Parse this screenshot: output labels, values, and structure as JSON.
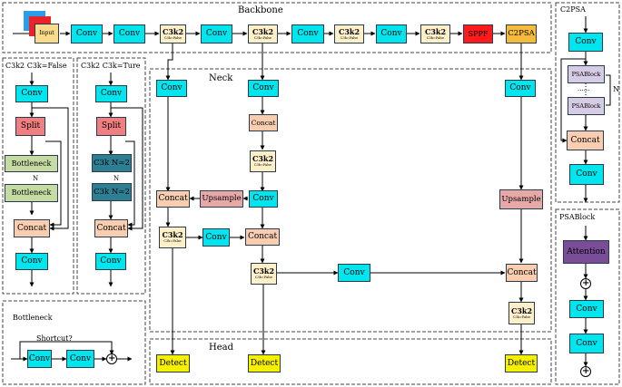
{
  "sections": {
    "backbone": "Backbone",
    "neck": "Neck",
    "head": "Head",
    "c2psa": "C2PSA",
    "psablock": "PSABlock",
    "c3k2_false": "C3k2 C3k=False",
    "c3k2_true": "C3k2 C3k=Ture",
    "bottleneck": "Bottleneck"
  },
  "labels": {
    "input": "Input",
    "conv": "Conv",
    "c3k2": "C3k2",
    "c3k_false": "C3k=False",
    "sppf": "SPPF",
    "c2psa": "C2PSA",
    "concat": "Concat",
    "upsample": "Upsample",
    "detect": "Detect",
    "split": "Split",
    "bottleneck": "Bottleneck",
    "c3k_n2": "C3k N=2",
    "psablock": "PSABlock",
    "attention": "Attention",
    "shortcut": "Shortcut?",
    "n": "N",
    "dots": "......",
    "plus": "+"
  },
  "colors": {
    "conv": "#00e5ee",
    "c3k2": "#fdf0c8",
    "sppf": "#ff1b1b",
    "c2psa": "#f6bb3b",
    "concat": "#f8cdb0",
    "upsample": "#e7a8a8",
    "detect": "#f5f000",
    "split": "#f07f82",
    "bottleneck": "#c6dba4",
    "c3k": "#2e7f93",
    "psablock": "#d7cce6",
    "attention": "#7a4d98",
    "input": "#fadb89",
    "input_stack": [
      "#e8242a",
      "#2b9de8"
    ]
  }
}
